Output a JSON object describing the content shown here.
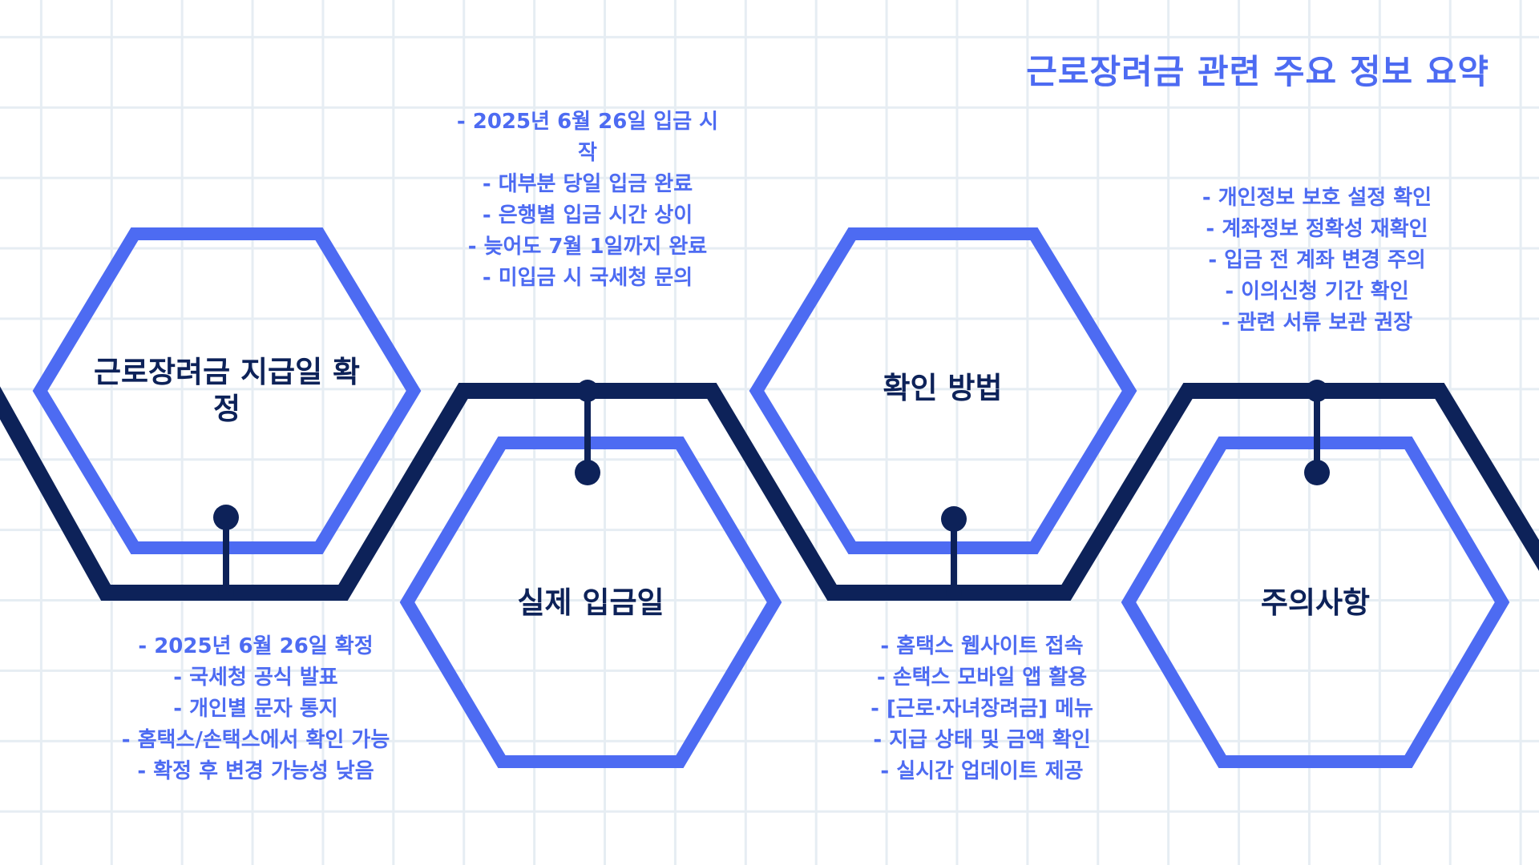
{
  "title": "근로장려금 관련 주요 정보 요약",
  "colors": {
    "accent": "#4d6bf2",
    "navy": "#0d2259",
    "grid": "#e6edf3",
    "background": "#ffffff"
  },
  "stages": [
    {
      "label": "근로장려금 지급일 확정",
      "notes": [
        "- 2025년 6월 26일 확정",
        "- 국세청 공식 발표",
        "- 개인별 문자 통지",
        "- 홈택스/손택스에서 확인 가능",
        "- 확정 후 변경 가능성 낮음"
      ]
    },
    {
      "label": "실제 입금일",
      "notes": [
        "- 2025년 6월 26일 입금 시작",
        "- 대부분 당일 입금 완료",
        "- 은행별 입금 시간 상이",
        "- 늦어도 7월 1일까지 완료",
        "- 미입금 시 국세청 문의"
      ]
    },
    {
      "label": "확인 방법",
      "notes": [
        "- 홈택스 웹사이트 접속",
        "- 손택스 모바일 앱 활용",
        "- [근로·자녀장려금] 메뉴",
        "- 지급 상태 및 금액 확인",
        "- 실시간 업데이트 제공"
      ]
    },
    {
      "label": "주의사항",
      "notes": [
        "- 개인정보 보호 설정 확인",
        "- 계좌정보 정확성 재확인",
        "- 입금 전 계좌 변경 주의",
        "- 이의신청 기간 확인",
        "- 관련 서류 보관 권장"
      ]
    }
  ]
}
